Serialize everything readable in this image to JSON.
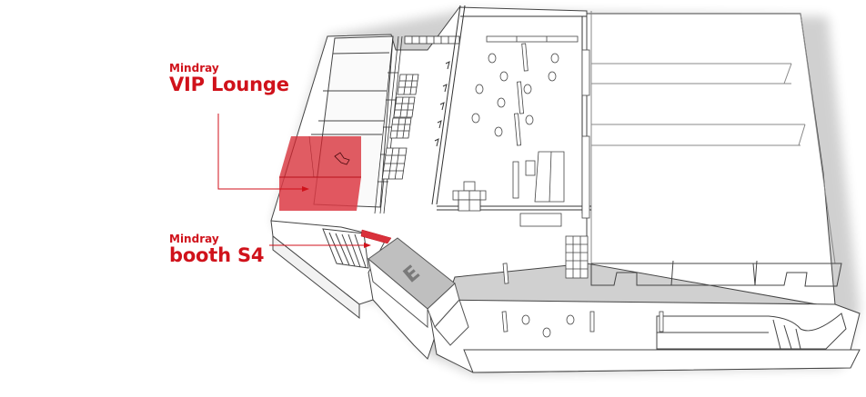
{
  "callouts": {
    "vip": {
      "brand": "Mindray",
      "name": "VIP Lounge"
    },
    "booth": {
      "brand": "Mindray",
      "name": "booth S4"
    }
  },
  "map": {
    "entrance_marker": "E",
    "colors": {
      "accent": "#d0121b",
      "highlight_fill": "#dc3a44",
      "entrance_fill": "#bfbfbf",
      "entrance_letter": "#7a7a7a",
      "line": "#333333",
      "wall_fill": "#ffffff",
      "background": "#ffffff"
    }
  }
}
